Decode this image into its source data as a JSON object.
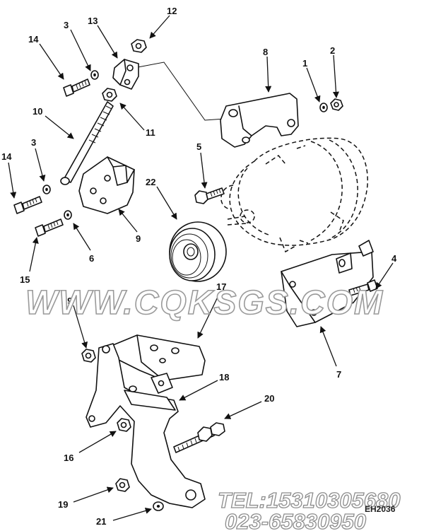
{
  "callouts": [
    {
      "id": "c12",
      "text": "12"
    },
    {
      "id": "c13",
      "text": "13"
    },
    {
      "id": "c3a",
      "text": "3"
    },
    {
      "id": "c14a",
      "text": "14"
    },
    {
      "id": "c8",
      "text": "8"
    },
    {
      "id": "c2",
      "text": "2"
    },
    {
      "id": "c1",
      "text": "1"
    },
    {
      "id": "c10",
      "text": "10"
    },
    {
      "id": "c11",
      "text": "11"
    },
    {
      "id": "c5",
      "text": "5"
    },
    {
      "id": "c3b",
      "text": "3"
    },
    {
      "id": "c14b",
      "text": "14"
    },
    {
      "id": "c22",
      "text": "22"
    },
    {
      "id": "c9",
      "text": "9"
    },
    {
      "id": "c6",
      "text": "6"
    },
    {
      "id": "c15",
      "text": "15"
    },
    {
      "id": "c4",
      "text": "4"
    },
    {
      "id": "c7",
      "text": "7"
    },
    {
      "id": "c17",
      "text": "17"
    },
    {
      "id": "c19a",
      "text": "19"
    },
    {
      "id": "c18",
      "text": "18"
    },
    {
      "id": "c20",
      "text": "20"
    },
    {
      "id": "c16",
      "text": "16"
    },
    {
      "id": "c19b",
      "text": "19"
    },
    {
      "id": "c21",
      "text": "21"
    }
  ],
  "watermark": "WWW.CQKSGS.COM",
  "contact": {
    "tel": "TEL:15310305680",
    "phone": "023-65830950"
  },
  "stamp": "EH2036",
  "colors": {
    "line": "#111111",
    "watermark_stroke": "#9a9a9a"
  }
}
